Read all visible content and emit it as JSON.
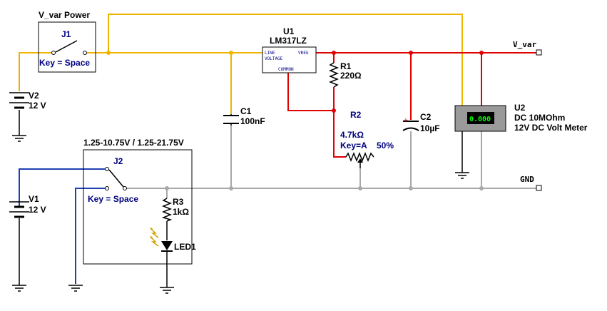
{
  "components": {
    "j1": {
      "group_title": "V_var Power",
      "ref": "J1",
      "key": "Key = Space"
    },
    "v2": {
      "ref": "V2",
      "value": "12 V"
    },
    "u1": {
      "ref": "U1",
      "part": "LM317LZ",
      "pin_line": "LINE",
      "pin_voltage": "VOLTAGE",
      "pin_vreg": "VREG",
      "pin_common": "COMMON"
    },
    "r1": {
      "ref": "R1",
      "value": "220Ω"
    },
    "c1": {
      "ref": "C1",
      "value": "100nF"
    },
    "r2": {
      "ref": "R2",
      "value": "4.7kΩ",
      "key": "Key=A",
      "percent": "50%"
    },
    "c2": {
      "ref": "C2",
      "value": "10µF",
      "polarity": "+"
    },
    "u2": {
      "ref": "U2",
      "reading": "0.000",
      "mode": "DC  10MOhm",
      "name": "12V DC Volt Meter"
    },
    "j2": {
      "group_title": "1.25-10.75V / 1.25-21.75V",
      "ref": "J2",
      "key": "Key = Space"
    },
    "v1": {
      "ref": "V1",
      "value": "12 V"
    },
    "r3": {
      "ref": "R3",
      "value": "1kΩ"
    },
    "led1": {
      "ref": "LED1"
    }
  },
  "terminals": {
    "v_var": "V_var",
    "gnd": "GND"
  },
  "colors": {
    "power_wire": "#f0b400",
    "regulated_wire": "#e00000",
    "ground_wire": "#a8a8a8",
    "control_wire": "#2040b0",
    "meter_display": "#00ff00"
  }
}
